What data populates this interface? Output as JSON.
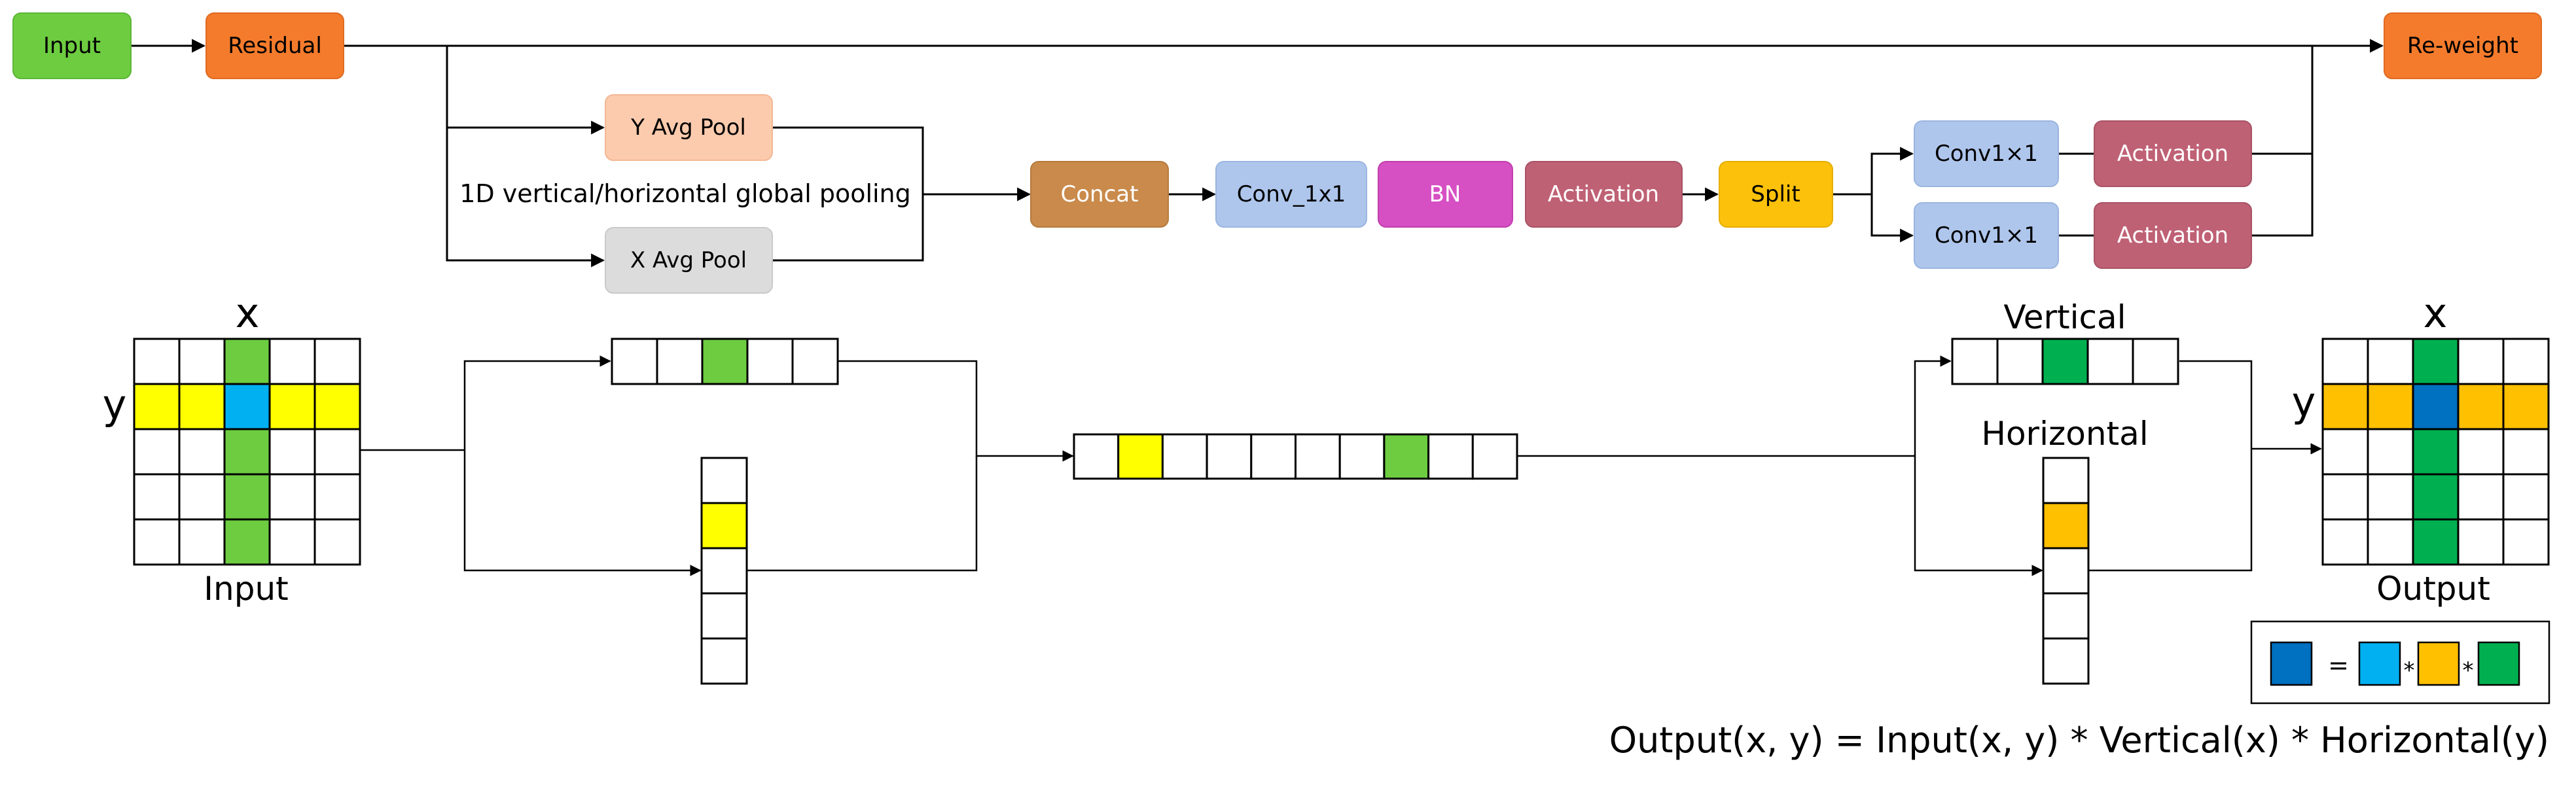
{
  "colors": {
    "input": "#6DCC40",
    "residual": "#F47B2C",
    "reweight": "#F47B2C",
    "y_pool": "#FCCBAE",
    "x_pool": "#DCDCDC",
    "concat": "#C98A4B",
    "conv": "#AFC6EC",
    "bn": "#D64FC3",
    "activation": "#BF6175",
    "split": "#FCC10A",
    "grid_green_light": "#6DCC40",
    "grid_yellow": "#FFFF00",
    "grid_cyan": "#00B0F0",
    "grid_green_dark": "#00B050",
    "grid_orange": "#FFC000",
    "grid_blue": "#0070C0"
  },
  "pipeline": {
    "input": "Input",
    "residual": "Residual",
    "reweight": "Re-weight",
    "y_avg_pool": "Y Avg Pool",
    "x_avg_pool": "X Avg Pool",
    "pooling_caption": "1D vertical/horizontal global pooling",
    "concat": "Concat",
    "conv_1x1": "Conv_1x1",
    "bn": "BN",
    "activation": "Activation",
    "split": "Split",
    "conv1x1_top": "Conv1×1",
    "conv1x1_bottom": "Conv1×1",
    "activation_top": "Activation",
    "activation_bottom": "Activation"
  },
  "illustration": {
    "input_axis_x": "x",
    "input_axis_y": "y",
    "input_caption": "Input",
    "vertical_caption": "Vertical",
    "horizontal_caption": "Horizontal",
    "output_axis_x": "x",
    "output_axis_y": "y",
    "output_caption": "Output",
    "legend_equals": "=",
    "legend_times_1": "*",
    "legend_times_2": "*",
    "formula": "Output(x, y) = Input(x, y) * Vertical(x) * Horizontal(y)"
  }
}
